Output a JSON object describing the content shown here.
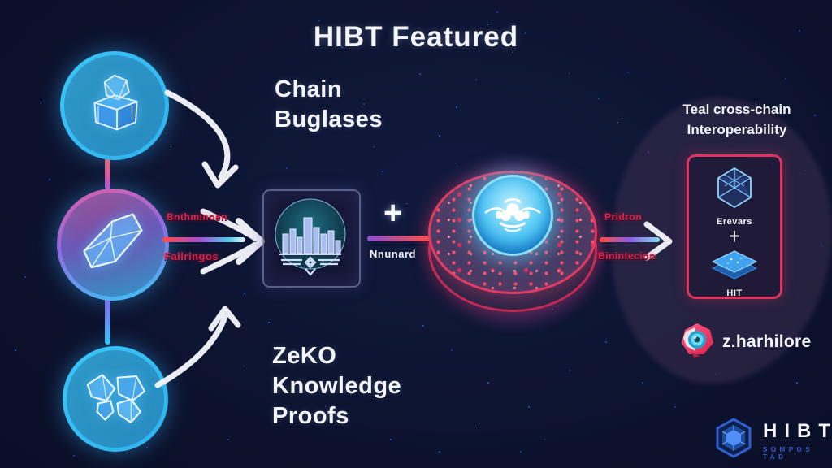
{
  "title": "HIBT Featured",
  "texts": {
    "chain_line1": "Chain",
    "chain_line2": "Buglases",
    "zeko_line1": "ZeKO",
    "zeko_line2": "Knowledge",
    "zeko_line3": "Proofs",
    "left_label_top": "Bnthminoen",
    "left_label_bottom": "Failringos",
    "plus_center": "+",
    "mid_label": "Nnunard",
    "right_label_top": "Pridron",
    "right_label_bottom": "Binintecion",
    "interop_line1": "Teal cross-chain",
    "interop_line2": "Interoperability",
    "card_item1": "Erevars",
    "card_plus": "+",
    "card_item2": "HIT",
    "brand": "z.harhilore",
    "footer_name": "HIBT",
    "footer_tagline": "SOMPOS TAD"
  },
  "icons": {
    "node1": "glowing-chest-icon",
    "node2": "crystal-icon",
    "node3": "crystal-cluster-icon",
    "center_square": "bar-chart-emblem-icon",
    "disc_core": "winged-gem-icon",
    "card_top": "wireframe-cube-icon",
    "card_bottom": "stacked-layers-icon",
    "brand": "lens-hexagon-icon",
    "footer": "hexagon-logo-icon"
  },
  "colors": {
    "background": "#0b1029",
    "cyan_ring": "#38c9f7",
    "crimson_border": "#e0325e",
    "red_label": "#e0214a",
    "disc_top": "#4a4069",
    "cyan_core": "#56c8f5",
    "logo_blue": "#2f6fe8",
    "tagline_blue": "#3a5ad0",
    "white": "#f4f6fb"
  }
}
